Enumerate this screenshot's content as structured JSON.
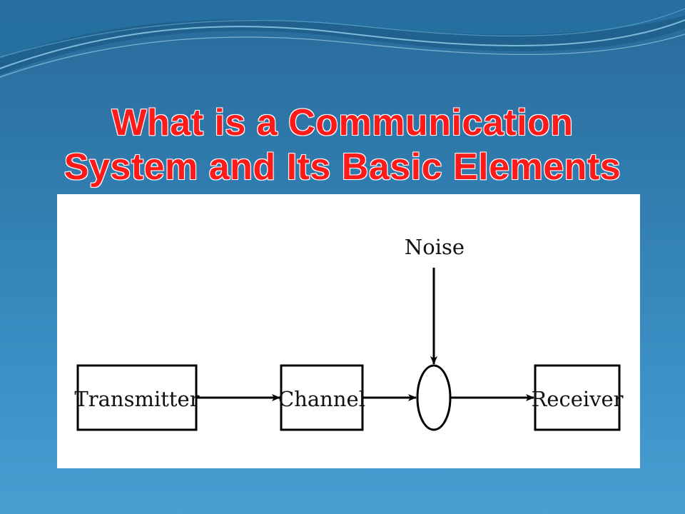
{
  "slide": {
    "title_line1": "What is a Communication",
    "title_line2": "System and Its Basic Elements"
  },
  "diagram": {
    "nodes": {
      "transmitter": "Transmitter",
      "channel": "Channel",
      "receiver": "Receiver",
      "noise": "Noise"
    }
  },
  "colors": {
    "title": "#ff1a1a",
    "background_top": "#2a6a9a",
    "background_bottom": "#479fd2"
  }
}
